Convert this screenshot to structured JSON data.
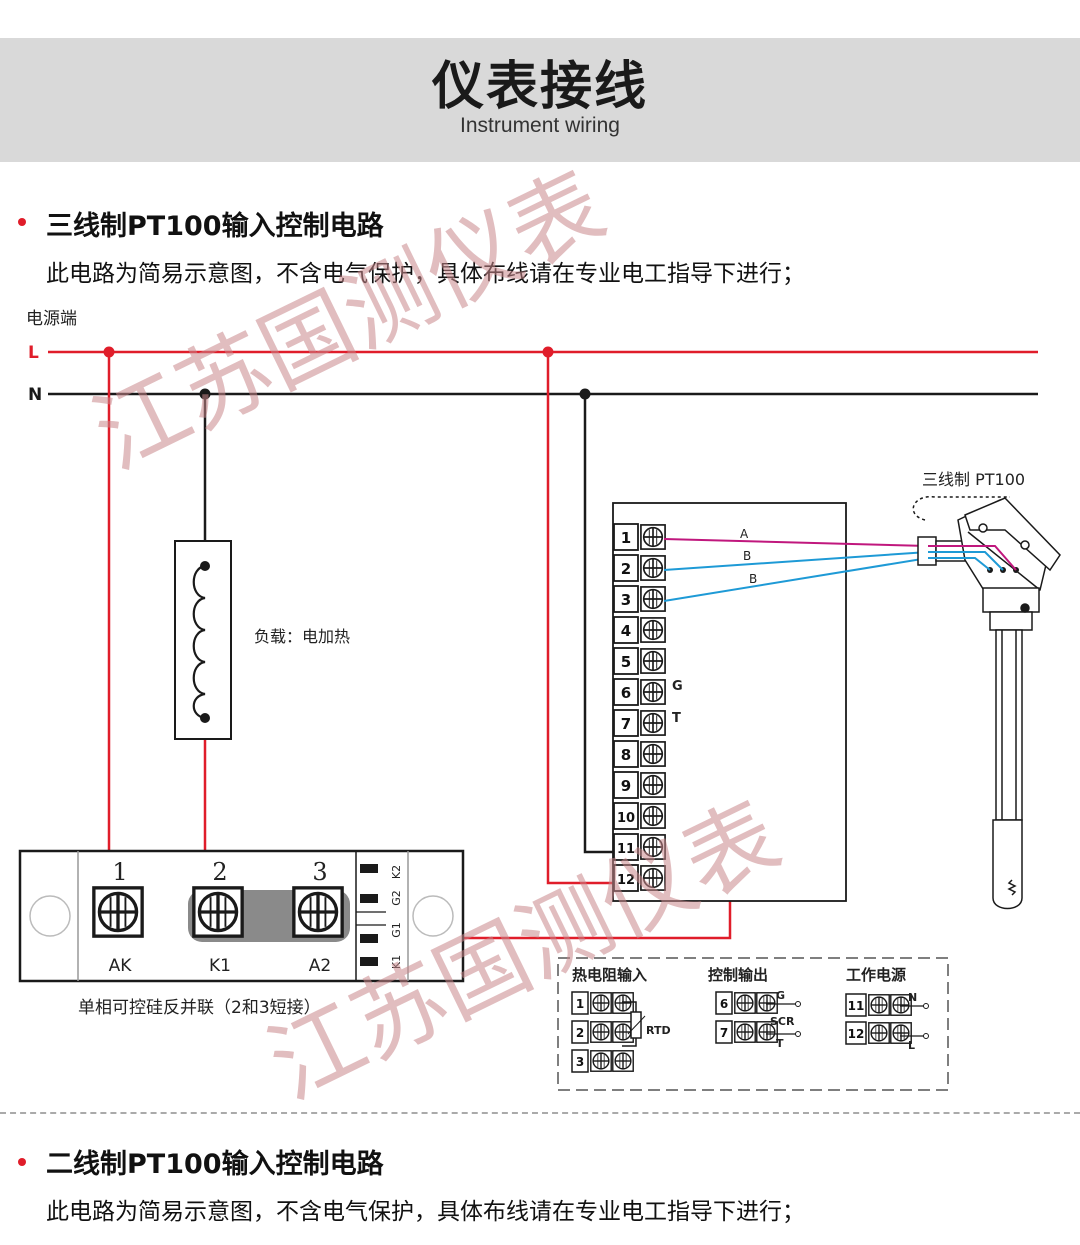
{
  "header": {
    "title": "仪表接线",
    "subtitle": "Instrument wiring"
  },
  "section1": {
    "title": "三线制PT100输入控制电路",
    "desc": "此电路为简易示意图，不含电气保护，具体布线请在专业电工指导下进行；"
  },
  "section2": {
    "title": "二线制PT100输入控制电路",
    "desc": "此电路为简易示意图，不含电气保护，具体布线请在专业电工指导下进行；"
  },
  "power": {
    "label": "电源端",
    "L": "L",
    "N": "N"
  },
  "load": {
    "label": "负载：电加热"
  },
  "scr": {
    "caption": "单相可控硅反并联（2和3短接）",
    "numbers": [
      "1",
      "2",
      "3"
    ],
    "terminals": [
      "AK",
      "K1",
      "A2"
    ],
    "side_labels": [
      "K2",
      "G2",
      "G1",
      "K1"
    ]
  },
  "controller": {
    "terminals": [
      "1",
      "2",
      "3",
      "4",
      "5",
      "6",
      "7",
      "8",
      "9",
      "10",
      "11",
      "12"
    ],
    "g_label": "G",
    "t_label": "T"
  },
  "sensor": {
    "title": "三线制 PT100",
    "wire_labels": [
      "A",
      "B",
      "B"
    ]
  },
  "legend": {
    "groups": [
      {
        "title": "热电阻输入",
        "terminals": [
          "1",
          "2",
          "3"
        ],
        "label": "RTD"
      },
      {
        "title": "控制输出",
        "terminals": [
          "6",
          "7"
        ],
        "labels": [
          "G",
          "SCR",
          "T"
        ]
      },
      {
        "title": "工作电源",
        "terminals": [
          "11",
          "12"
        ],
        "labels": [
          "N",
          "L"
        ]
      }
    ]
  },
  "watermark": "江苏国测仪表",
  "colors": {
    "red": "#e01d2a",
    "blue": "#1e9ad6",
    "magenta": "#c0177d",
    "black": "#1a1a1a",
    "watermark": "#c9878a"
  }
}
